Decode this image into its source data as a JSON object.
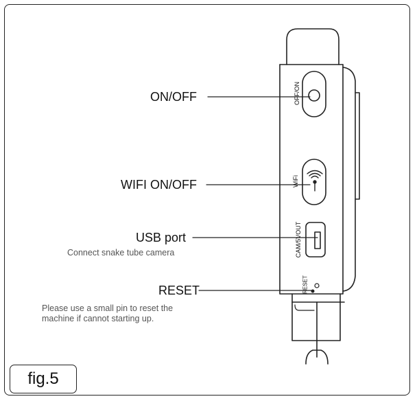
{
  "callouts": {
    "onoff": {
      "label": "ON/OFF",
      "switch_text": "OFF/ON"
    },
    "wifi": {
      "label": "WIFI ON/OFF",
      "switch_text": "WiFi"
    },
    "usb": {
      "label": "USB port",
      "description": "Connect snake tube camera",
      "port_text": "CAM/5VOUT"
    },
    "reset": {
      "label": "RESET",
      "description_line1": "Please use a small pin to reset the",
      "description_line2": "machine if cannot starting up.",
      "port_text": "RESET"
    }
  },
  "figure_label": "fig.5"
}
